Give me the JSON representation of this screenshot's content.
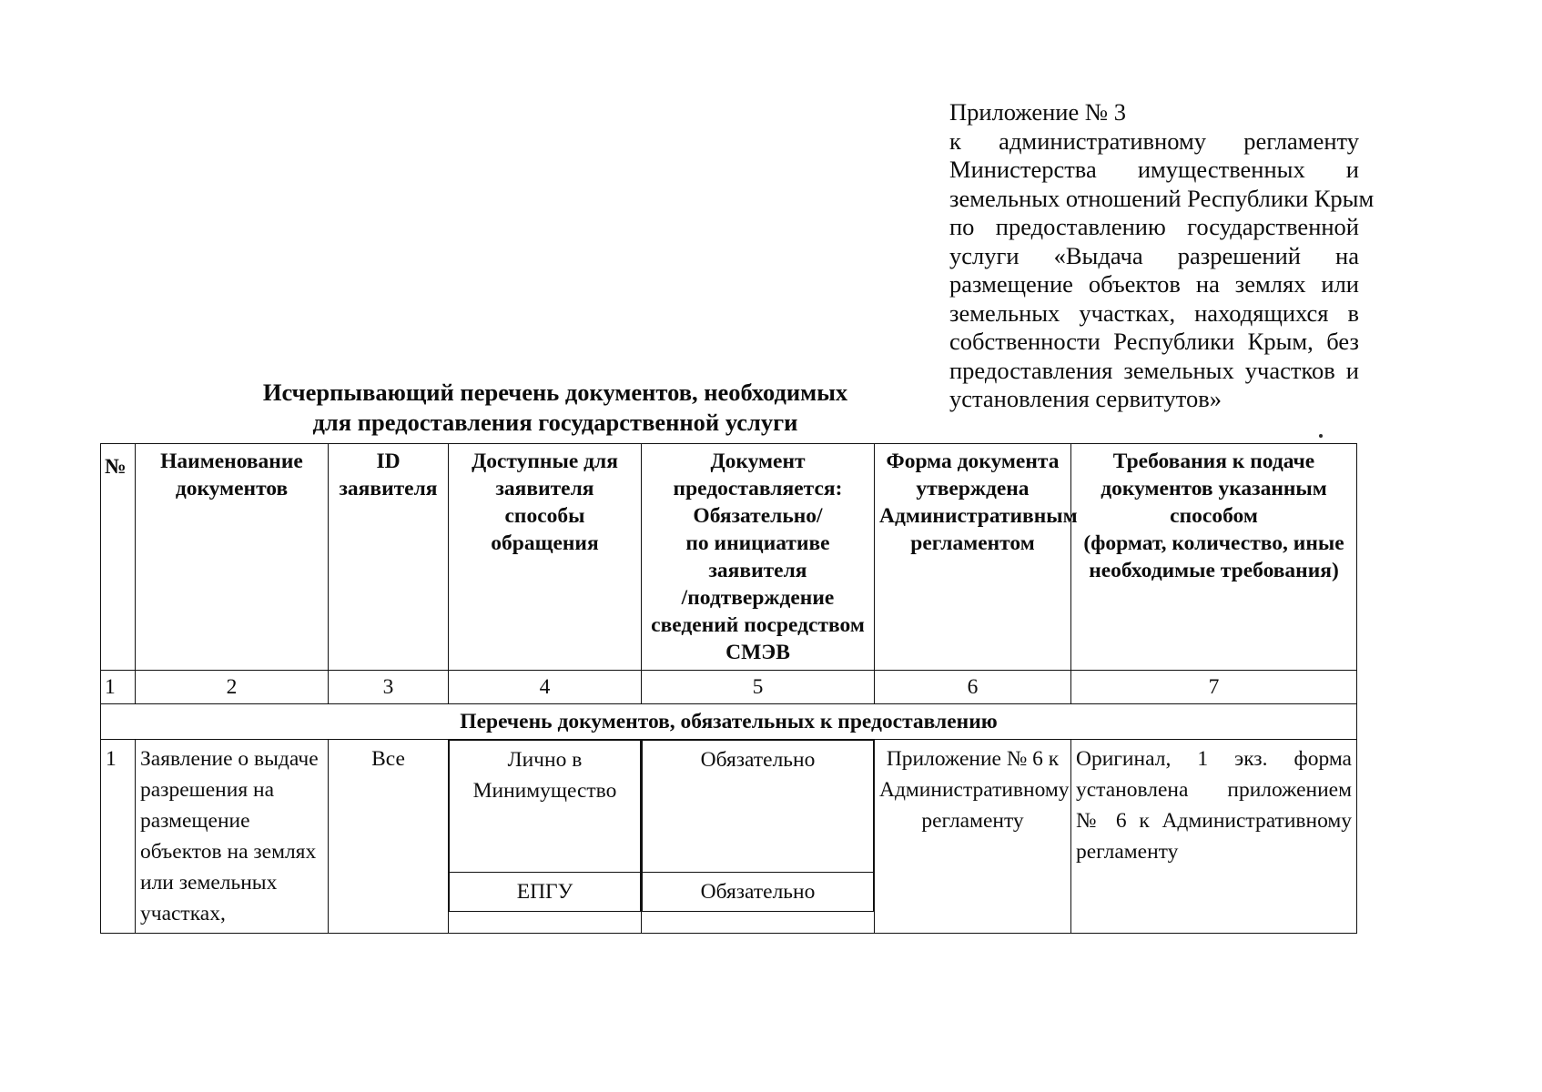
{
  "header": {
    "line1": "Приложение № 3",
    "lines": [
      "к административному регламенту",
      "Министерства имущественных и",
      "земельных отношений Республики Крым",
      "по предоставлению государственной",
      "услуги «Выдача разрешений на",
      "размещение объектов на землях или",
      "земельных участках, находящихся в",
      "собственности Республики Крым, без",
      "предоставления земельных участков и",
      "установления сервитутов»"
    ]
  },
  "title": {
    "line1": "Исчерпывающий перечень документов, необходимых",
    "line2": "для предоставления государственной услуги"
  },
  "table": {
    "headers": {
      "no": "№",
      "name": "Наименование документов",
      "id": "ID заявителя",
      "ways": "Доступные для заявителя способы обращения",
      "doc": "Документ предоставляется: Обязательно/ по инициативе заявителя /подтверждение сведений посредством СМЭВ",
      "form": "Форма документа утверждена Административным регламентом",
      "req": "Требования к подаче документов указанным способом (формат, количество, иные необходимые требования)"
    },
    "header_lines": {
      "name": [
        "Наименование",
        "документов"
      ],
      "id": [
        "ID",
        "заявителя"
      ],
      "ways": [
        "Доступные для",
        "заявителя способы",
        "обращения"
      ],
      "doc": [
        "Документ",
        "предоставляется:",
        "Обязательно/",
        "по инициативе",
        "заявителя",
        "/подтверждение",
        "сведений посредством",
        "СМЭВ"
      ],
      "form": [
        "Форма документа",
        "утверждена",
        "Административным",
        "регламентом"
      ],
      "req": [
        "Требования к подаче",
        "документов указанным",
        "способом",
        "(формат, количество, иные",
        "необходимые требования)"
      ]
    },
    "numbering": [
      "1",
      "2",
      "3",
      "4",
      "5",
      "6",
      "7"
    ],
    "section_title": "Перечень документов, обязательных к предоставлению",
    "rows": [
      {
        "no": "1",
        "name_lines": [
          "Заявление о выдаче",
          "разрешения на",
          "размещение",
          "объектов на землях",
          "или земельных",
          "участках,"
        ],
        "id": "Все",
        "ways_primary_lines": [
          "Лично в",
          "Минимущество"
        ],
        "ways_secondary": "ЕПГУ",
        "doc_primary": "Обязательно",
        "doc_secondary": "Обязательно",
        "form_lines": [
          "Приложение № 6 к",
          "Административному",
          "регламенту"
        ],
        "req_lines": [
          "Оригинал, 1 экз. форма",
          "установлена приложением",
          "№ 6 к Административному",
          "регламенту"
        ]
      }
    ]
  }
}
